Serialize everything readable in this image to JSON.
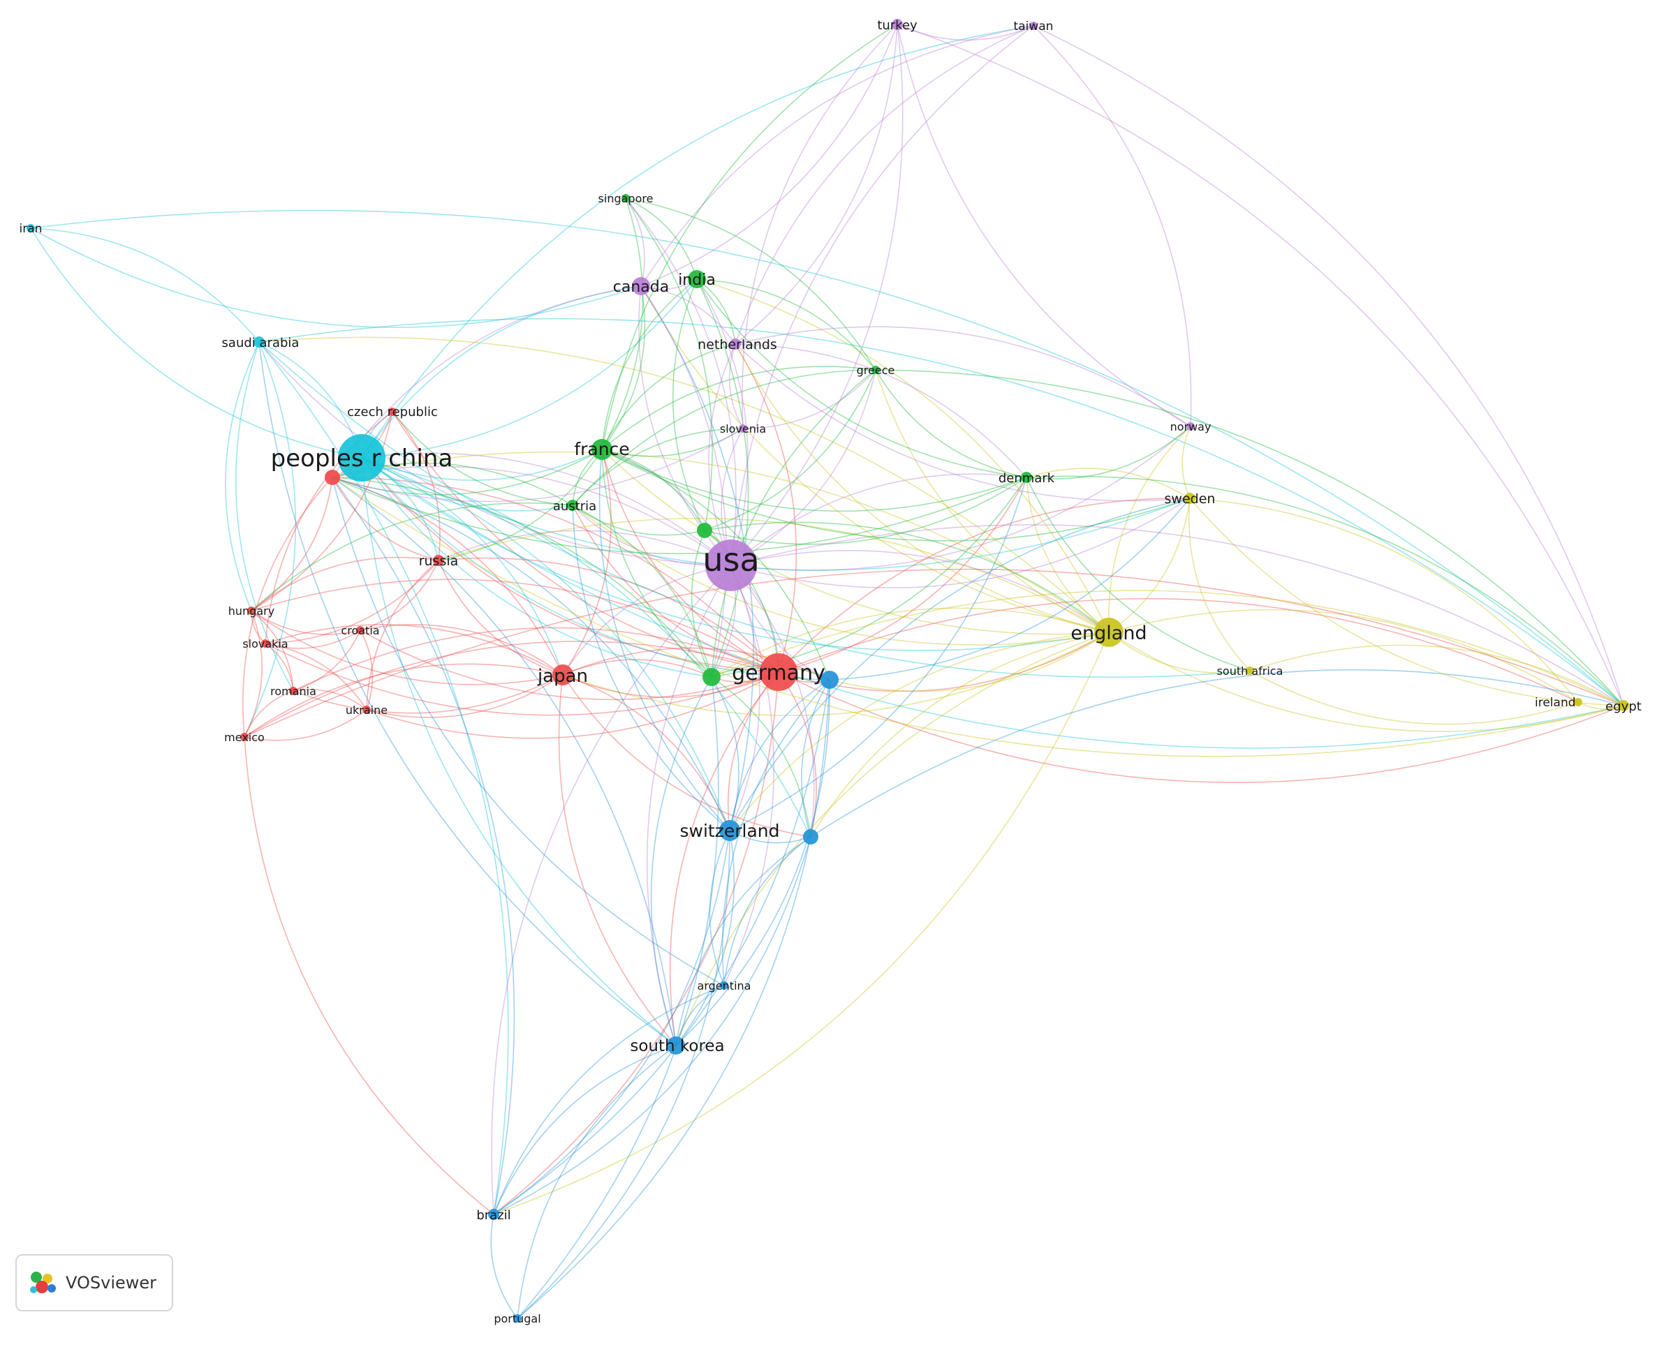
{
  "palette": {
    "red": "#ef4b4b",
    "green": "#1fba3b",
    "blue": "#2393d8",
    "yellow": "#c9c41a",
    "purple": "#b87fd6",
    "cyan": "#16c4d9"
  },
  "nodes": [
    {
      "id": "usa",
      "label": "usa",
      "cluster": "purple",
      "weight": 10
    },
    {
      "id": "peoples-r-china",
      "label": "peoples r china",
      "cluster": "cyan",
      "weight": 9
    },
    {
      "id": "germany",
      "label": "germany",
      "cluster": "red",
      "weight": 8
    },
    {
      "id": "england",
      "label": "england",
      "cluster": "yellow",
      "weight": 7
    },
    {
      "id": "japan",
      "label": "japan",
      "cluster": "red",
      "weight": 6
    },
    {
      "id": "switzerland",
      "label": "switzerland",
      "cluster": "blue",
      "weight": 6
    },
    {
      "id": "france",
      "label": "france",
      "cluster": "green",
      "weight": 6
    },
    {
      "id": "south-korea",
      "label": "south korea",
      "cluster": "blue",
      "weight": 5
    },
    {
      "id": "canada",
      "label": "canada",
      "cluster": "purple",
      "weight": 5
    },
    {
      "id": "india",
      "label": "india",
      "cluster": "green",
      "weight": 5
    },
    {
      "id": "italy",
      "label": "",
      "cluster": "red",
      "weight": 4
    },
    {
      "id": "spain",
      "label": "",
      "cluster": "green",
      "weight": 5
    },
    {
      "id": "belgium",
      "label": "",
      "cluster": "blue",
      "weight": 5
    },
    {
      "id": "australia",
      "label": "",
      "cluster": "blue",
      "weight": 4
    },
    {
      "id": "unlabeled-green",
      "label": "",
      "cluster": "green",
      "weight": 4
    },
    {
      "id": "netherlands",
      "label": "netherlands",
      "cluster": "purple",
      "weight": 3
    },
    {
      "id": "russia",
      "label": "russia",
      "cluster": "red",
      "weight": 3
    },
    {
      "id": "austria",
      "label": "austria",
      "cluster": "green",
      "weight": 3
    },
    {
      "id": "sweden",
      "label": "sweden",
      "cluster": "yellow",
      "weight": 3
    },
    {
      "id": "denmark",
      "label": "denmark",
      "cluster": "green",
      "weight": 3
    },
    {
      "id": "saudi-arabia",
      "label": "saudi arabia",
      "cluster": "cyan",
      "weight": 3
    },
    {
      "id": "turkey",
      "label": "turkey",
      "cluster": "purple",
      "weight": 3
    },
    {
      "id": "egypt",
      "label": "egypt",
      "cluster": "yellow",
      "weight": 3
    },
    {
      "id": "brazil",
      "label": "brazil",
      "cluster": "blue",
      "weight": 3
    },
    {
      "id": "greece",
      "label": "greece",
      "cluster": "green",
      "weight": 2
    },
    {
      "id": "singapore",
      "label": "singapore",
      "cluster": "green",
      "weight": 2
    },
    {
      "id": "slovenia",
      "label": "slovenia",
      "cluster": "purple",
      "weight": 2
    },
    {
      "id": "czech-republic",
      "label": "czech republic",
      "cluster": "red",
      "weight": 2
    },
    {
      "id": "iran",
      "label": "iran",
      "cluster": "cyan",
      "weight": 2
    },
    {
      "id": "taiwan",
      "label": "taiwan",
      "cluster": "purple",
      "weight": 2
    },
    {
      "id": "norway",
      "label": "norway",
      "cluster": "purple",
      "weight": 2
    },
    {
      "id": "south-africa",
      "label": "south africa",
      "cluster": "yellow",
      "weight": 2
    },
    {
      "id": "ireland",
      "label": "ireland",
      "cluster": "yellow",
      "weight": 2
    },
    {
      "id": "argentina",
      "label": "argentina",
      "cluster": "blue",
      "weight": 2
    },
    {
      "id": "portugal",
      "label": "portugal",
      "cluster": "blue",
      "weight": 2
    },
    {
      "id": "hungary",
      "label": "hungary",
      "cluster": "red",
      "weight": 2
    },
    {
      "id": "slovakia",
      "label": "slovakia",
      "cluster": "red",
      "weight": 2
    },
    {
      "id": "croatia",
      "label": "croatia",
      "cluster": "red",
      "weight": 2
    },
    {
      "id": "romania",
      "label": "romania",
      "cluster": "red",
      "weight": 2
    },
    {
      "id": "ukraine",
      "label": "ukraine",
      "cluster": "red",
      "weight": 2
    },
    {
      "id": "mexico",
      "label": "mexico",
      "cluster": "red",
      "weight": 2
    }
  ],
  "links": [
    [
      "usa",
      "germany"
    ],
    [
      "usa",
      "peoples-r-china"
    ],
    [
      "usa",
      "england"
    ],
    [
      "usa",
      "japan"
    ],
    [
      "usa",
      "switzerland"
    ],
    [
      "usa",
      "france"
    ],
    [
      "usa",
      "canada"
    ],
    [
      "usa",
      "india"
    ],
    [
      "usa",
      "spain"
    ],
    [
      "usa",
      "belgium"
    ],
    [
      "usa",
      "australia"
    ],
    [
      "usa",
      "south-korea"
    ],
    [
      "usa",
      "netherlands"
    ],
    [
      "usa",
      "russia"
    ],
    [
      "usa",
      "austria"
    ],
    [
      "usa",
      "sweden"
    ],
    [
      "usa",
      "denmark"
    ],
    [
      "usa",
      "turkey"
    ],
    [
      "usa",
      "taiwan"
    ],
    [
      "usa",
      "brazil"
    ],
    [
      "usa",
      "saudi-arabia"
    ],
    [
      "usa",
      "greece"
    ],
    [
      "usa",
      "slovenia"
    ],
    [
      "usa",
      "italy"
    ],
    [
      "usa",
      "egypt"
    ],
    [
      "usa",
      "singapore"
    ],
    [
      "usa",
      "argentina"
    ],
    [
      "usa",
      "norway"
    ],
    [
      "germany",
      "peoples-r-china"
    ],
    [
      "germany",
      "england"
    ],
    [
      "germany",
      "japan"
    ],
    [
      "germany",
      "switzerland"
    ],
    [
      "germany",
      "france"
    ],
    [
      "germany",
      "russia"
    ],
    [
      "germany",
      "austria"
    ],
    [
      "germany",
      "italy"
    ],
    [
      "germany",
      "spain"
    ],
    [
      "germany",
      "belgium"
    ],
    [
      "germany",
      "australia"
    ],
    [
      "germany",
      "netherlands"
    ],
    [
      "germany",
      "sweden"
    ],
    [
      "germany",
      "denmark"
    ],
    [
      "germany",
      "czech-republic"
    ],
    [
      "germany",
      "hungary"
    ],
    [
      "germany",
      "croatia"
    ],
    [
      "germany",
      "romania"
    ],
    [
      "germany",
      "ukraine"
    ],
    [
      "germany",
      "mexico"
    ],
    [
      "germany",
      "slovakia"
    ],
    [
      "germany",
      "south-korea"
    ],
    [
      "germany",
      "brazil"
    ],
    [
      "germany",
      "egypt"
    ],
    [
      "germany",
      "ireland"
    ],
    [
      "peoples-r-china",
      "england"
    ],
    [
      "peoples-r-china",
      "japan"
    ],
    [
      "peoples-r-china",
      "saudi-arabia"
    ],
    [
      "peoples-r-china",
      "iran"
    ],
    [
      "peoples-r-china",
      "france"
    ],
    [
      "peoples-r-china",
      "switzerland"
    ],
    [
      "peoples-r-china",
      "south-korea"
    ],
    [
      "peoples-r-china",
      "canada"
    ],
    [
      "peoples-r-china",
      "india"
    ],
    [
      "peoples-r-china",
      "russia"
    ],
    [
      "peoples-r-china",
      "spain"
    ],
    [
      "peoples-r-china",
      "australia"
    ],
    [
      "peoples-r-china",
      "belgium"
    ],
    [
      "peoples-r-china",
      "italy"
    ],
    [
      "peoples-r-china",
      "austria"
    ],
    [
      "peoples-r-china",
      "czech-republic"
    ],
    [
      "peoples-r-china",
      "sweden"
    ],
    [
      "peoples-r-china",
      "taiwan"
    ],
    [
      "peoples-r-china",
      "egypt"
    ],
    [
      "england",
      "japan"
    ],
    [
      "england",
      "switzerland"
    ],
    [
      "england",
      "france"
    ],
    [
      "england",
      "sweden"
    ],
    [
      "england",
      "denmark"
    ],
    [
      "england",
      "south-africa"
    ],
    [
      "england",
      "ireland"
    ],
    [
      "england",
      "egypt"
    ],
    [
      "england",
      "norway"
    ],
    [
      "england",
      "spain"
    ],
    [
      "england",
      "belgium"
    ],
    [
      "england",
      "australia"
    ],
    [
      "england",
      "greece"
    ],
    [
      "england",
      "italy"
    ],
    [
      "england",
      "netherlands"
    ],
    [
      "england",
      "south-korea"
    ],
    [
      "england",
      "brazil"
    ],
    [
      "england",
      "india"
    ],
    [
      "england",
      "canada"
    ],
    [
      "england",
      "russia"
    ],
    [
      "england",
      "austria"
    ],
    [
      "england",
      "saudi-arabia"
    ],
    [
      "japan",
      "switzerland"
    ],
    [
      "japan",
      "france"
    ],
    [
      "japan",
      "russia"
    ],
    [
      "japan",
      "italy"
    ],
    [
      "japan",
      "spain"
    ],
    [
      "japan",
      "south-korea"
    ],
    [
      "japan",
      "hungary"
    ],
    [
      "japan",
      "croatia"
    ],
    [
      "japan",
      "romania"
    ],
    [
      "japan",
      "mexico"
    ],
    [
      "japan",
      "ukraine"
    ],
    [
      "japan",
      "slovakia"
    ],
    [
      "japan",
      "belgium"
    ],
    [
      "japan",
      "australia"
    ],
    [
      "switzerland",
      "france"
    ],
    [
      "switzerland",
      "spain"
    ],
    [
      "switzerland",
      "belgium"
    ],
    [
      "switzerland",
      "australia"
    ],
    [
      "switzerland",
      "south-korea"
    ],
    [
      "switzerland",
      "argentina"
    ],
    [
      "switzerland",
      "brazil"
    ],
    [
      "switzerland",
      "italy"
    ],
    [
      "switzerland",
      "austria"
    ],
    [
      "switzerland",
      "canada"
    ],
    [
      "switzerland",
      "sweden"
    ],
    [
      "switzerland",
      "denmark"
    ],
    [
      "switzerland",
      "portugal"
    ],
    [
      "france",
      "spain"
    ],
    [
      "france",
      "italy"
    ],
    [
      "france",
      "austria"
    ],
    [
      "france",
      "india"
    ],
    [
      "france",
      "singapore"
    ],
    [
      "france",
      "greece"
    ],
    [
      "france",
      "canada"
    ],
    [
      "france",
      "belgium"
    ],
    [
      "france",
      "denmark"
    ],
    [
      "france",
      "russia"
    ],
    [
      "france",
      "slovenia"
    ],
    [
      "france",
      "netherlands"
    ],
    [
      "france",
      "sweden"
    ],
    [
      "france",
      "turkey"
    ],
    [
      "south-korea",
      "brazil"
    ],
    [
      "south-korea",
      "argentina"
    ],
    [
      "south-korea",
      "belgium"
    ],
    [
      "south-korea",
      "australia"
    ],
    [
      "south-korea",
      "portugal"
    ],
    [
      "south-korea",
      "spain"
    ],
    [
      "south-korea",
      "italy"
    ],
    [
      "south-korea",
      "saudi-arabia"
    ],
    [
      "canada",
      "india"
    ],
    [
      "canada",
      "netherlands"
    ],
    [
      "canada",
      "turkey"
    ],
    [
      "canada",
      "taiwan"
    ],
    [
      "canada",
      "italy"
    ],
    [
      "canada",
      "spain"
    ],
    [
      "canada",
      "singapore"
    ],
    [
      "india",
      "greece"
    ],
    [
      "india",
      "singapore"
    ],
    [
      "india",
      "spain"
    ],
    [
      "india",
      "denmark"
    ],
    [
      "india",
      "netherlands"
    ],
    [
      "spain",
      "italy"
    ],
    [
      "spain",
      "belgium"
    ],
    [
      "spain",
      "austria"
    ],
    [
      "spain",
      "greece"
    ],
    [
      "spain",
      "denmark"
    ],
    [
      "spain",
      "australia"
    ],
    [
      "belgium",
      "australia"
    ],
    [
      "belgium",
      "brazil"
    ],
    [
      "belgium",
      "argentina"
    ],
    [
      "belgium",
      "portugal"
    ],
    [
      "belgium",
      "sweden"
    ],
    [
      "australia",
      "brazil"
    ],
    [
      "australia",
      "argentina"
    ],
    [
      "australia",
      "egypt"
    ],
    [
      "saudi-arabia",
      "iran"
    ],
    [
      "saudi-arabia",
      "egypt"
    ],
    [
      "saudi-arabia",
      "hungary"
    ],
    [
      "saudi-arabia",
      "mexico"
    ],
    [
      "saudi-arabia",
      "romania"
    ],
    [
      "saudi-arabia",
      "brazil"
    ],
    [
      "saudi-arabia",
      "south-africa"
    ],
    [
      "iran",
      "egypt"
    ],
    [
      "iran",
      "canada"
    ],
    [
      "russia",
      "italy"
    ],
    [
      "russia",
      "hungary"
    ],
    [
      "russia",
      "croatia"
    ],
    [
      "russia",
      "ukraine"
    ],
    [
      "russia",
      "slovakia"
    ],
    [
      "russia",
      "czech-republic"
    ],
    [
      "czech-republic",
      "italy"
    ],
    [
      "czech-republic",
      "slovakia"
    ],
    [
      "czech-republic",
      "hungary"
    ],
    [
      "hungary",
      "slovakia"
    ],
    [
      "hungary",
      "romania"
    ],
    [
      "hungary",
      "croatia"
    ],
    [
      "hungary",
      "mexico"
    ],
    [
      "hungary",
      "italy"
    ],
    [
      "slovakia",
      "romania"
    ],
    [
      "slovakia",
      "croatia"
    ],
    [
      "slovakia",
      "ukraine"
    ],
    [
      "romania",
      "croatia"
    ],
    [
      "romania",
      "ukraine"
    ],
    [
      "romania",
      "mexico"
    ],
    [
      "croatia",
      "ukraine"
    ],
    [
      "mexico",
      "ukraine"
    ],
    [
      "mexico",
      "italy"
    ],
    [
      "mexico",
      "brazil"
    ],
    [
      "mexico",
      "egypt"
    ],
    [
      "turkey",
      "taiwan"
    ],
    [
      "turkey",
      "netherlands"
    ],
    [
      "turkey",
      "slovenia"
    ],
    [
      "turkey",
      "egypt"
    ],
    [
      "turkey",
      "norway"
    ],
    [
      "taiwan",
      "norway"
    ],
    [
      "taiwan",
      "netherlands"
    ],
    [
      "taiwan",
      "egypt"
    ],
    [
      "netherlands",
      "slovenia"
    ],
    [
      "netherlands",
      "denmark"
    ],
    [
      "netherlands",
      "sweden"
    ],
    [
      "netherlands",
      "norway"
    ],
    [
      "sweden",
      "denmark"
    ],
    [
      "sweden",
      "norway"
    ],
    [
      "sweden",
      "egypt"
    ],
    [
      "sweden",
      "ireland"
    ],
    [
      "sweden",
      "south-africa"
    ],
    [
      "denmark",
      "greece"
    ],
    [
      "denmark",
      "norway"
    ],
    [
      "denmark",
      "egypt"
    ],
    [
      "denmark",
      "south-africa"
    ],
    [
      "denmark",
      "italy"
    ],
    [
      "greece",
      "singapore"
    ],
    [
      "greece",
      "egypt"
    ],
    [
      "greece",
      "austria"
    ],
    [
      "egypt",
      "ireland"
    ],
    [
      "egypt",
      "south-africa"
    ],
    [
      "egypt",
      "italy"
    ],
    [
      "egypt",
      "spain"
    ],
    [
      "ireland",
      "south-africa"
    ],
    [
      "brazil",
      "portugal"
    ],
    [
      "brazil",
      "argentina"
    ],
    [
      "brazil",
      "italy"
    ],
    [
      "argentina",
      "italy"
    ],
    [
      "portugal",
      "spain"
    ],
    [
      "unlabeled-green",
      "usa"
    ],
    [
      "unlabeled-green",
      "france"
    ],
    [
      "unlabeled-green",
      "india"
    ],
    [
      "unlabeled-green",
      "greece"
    ],
    [
      "unlabeled-green",
      "germany"
    ],
    [
      "unlabeled-green",
      "spain"
    ],
    [
      "unlabeled-green",
      "england"
    ],
    [
      "unlabeled-green",
      "denmark"
    ],
    [
      "unlabeled-green",
      "austria"
    ],
    [
      "unlabeled-green",
      "singapore"
    ],
    [
      "austria",
      "slovenia"
    ],
    [
      "austria",
      "italy"
    ],
    [
      "austria",
      "czech-republic"
    ],
    [
      "austria",
      "hungary"
    ],
    [
      "slovenia",
      "italy"
    ],
    [
      "slovenia",
      "greece"
    ]
  ],
  "watermark": {
    "text": "VOSviewer"
  }
}
